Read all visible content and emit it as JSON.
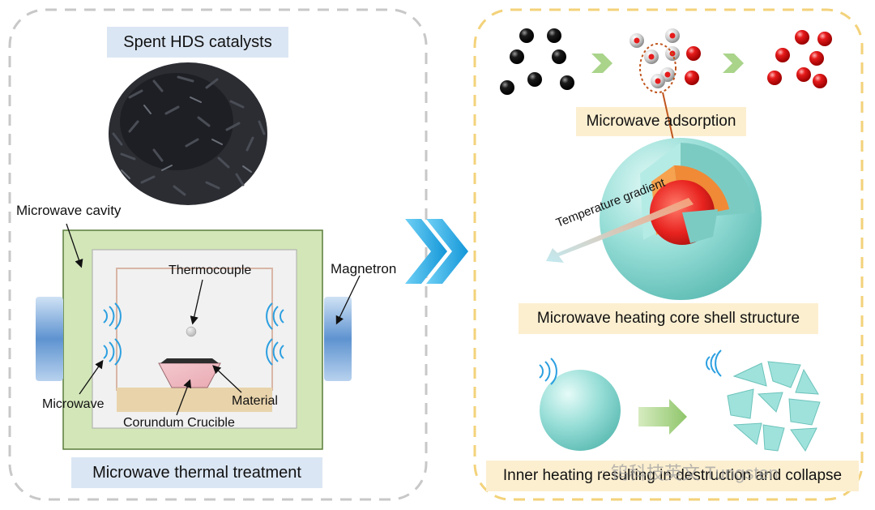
{
  "left_panel": {
    "title": "Spent HDS catalysts",
    "microwave_cavity": "Microwave cavity",
    "magnetron": "Magnetron",
    "thermocouple": "Thermocouple",
    "microwave": "Microwave",
    "material": "Material",
    "crucible": "Corundum Crucible",
    "caption": "Microwave thermal treatment"
  },
  "right_panel": {
    "adsorption": "Microwave adsorption",
    "gradient": "Temperature gradient",
    "core_shell": "Microwave heating core shell structure",
    "collapse": "Inner heating resulting in destruction and collapse"
  },
  "watermark": "钨科技英文 Tungsten",
  "colors": {
    "left_border": "#c8c8c8",
    "right_border": "#f3d27a",
    "label_bg_blue": "#dbe6f4",
    "label_bg_beige": "#fcefd0",
    "cavity_green": "#d2e6b8",
    "sphere_cyan": "#8fd9d2",
    "core_red": "#e8231f",
    "arrow_blue": "#19a9e1"
  }
}
